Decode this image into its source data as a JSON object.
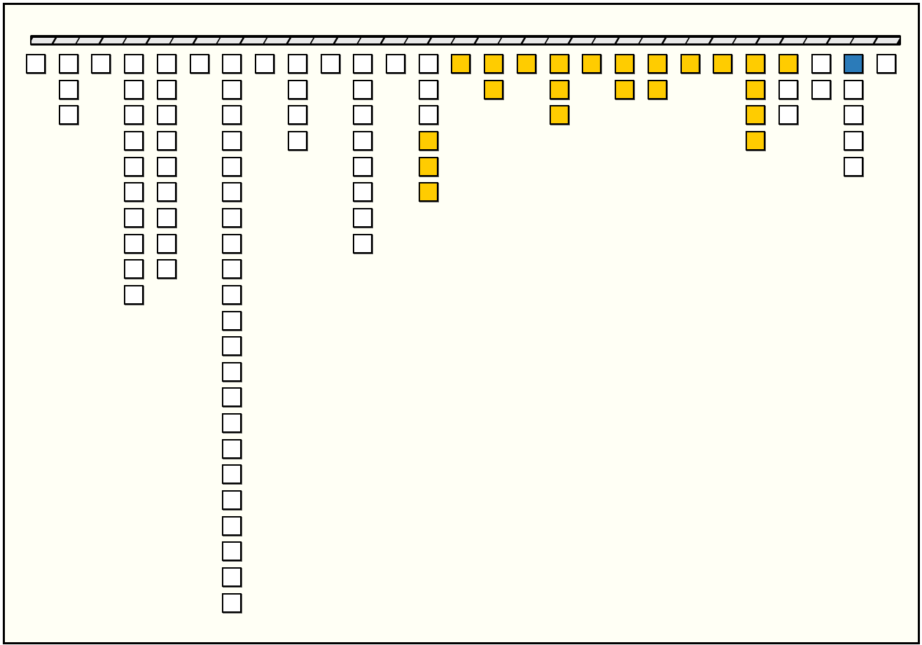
{
  "colors": {
    "white": "#ffffff",
    "yellow": "#ffcc00",
    "blue": "#2b7bb9"
  },
  "rail_segments": 37,
  "columns": [
    [
      "white"
    ],
    [
      "white",
      "white",
      "white"
    ],
    [
      "white"
    ],
    [
      "white",
      "white",
      "white",
      "white",
      "white",
      "white",
      "white",
      "white",
      "white",
      "white"
    ],
    [
      "white",
      "white",
      "white",
      "white",
      "white",
      "white",
      "white",
      "white",
      "white"
    ],
    [
      "white"
    ],
    [
      "white",
      "white",
      "white",
      "white",
      "white",
      "white",
      "white",
      "white",
      "white",
      "white",
      "white",
      "white",
      "white",
      "white",
      "white",
      "white",
      "white",
      "white",
      "white",
      "white",
      "white",
      "white"
    ],
    [
      "white"
    ],
    [
      "white",
      "white",
      "white",
      "white"
    ],
    [
      "white"
    ],
    [
      "white",
      "white",
      "white",
      "white",
      "white",
      "white",
      "white",
      "white"
    ],
    [
      "white"
    ],
    [
      "white",
      "white",
      "white",
      "yellow",
      "yellow",
      "yellow"
    ],
    [
      "yellow"
    ],
    [
      "yellow",
      "yellow"
    ],
    [
      "yellow"
    ],
    [
      "yellow",
      "yellow",
      "yellow"
    ],
    [
      "yellow"
    ],
    [
      "yellow",
      "yellow"
    ],
    [
      "yellow",
      "yellow"
    ],
    [
      "yellow"
    ],
    [
      "yellow"
    ],
    [
      "yellow",
      "yellow",
      "yellow",
      "yellow"
    ],
    [
      "yellow",
      "white",
      "white"
    ],
    [
      "white",
      "white"
    ],
    [
      "blue",
      "white",
      "white",
      "white",
      "white"
    ],
    [
      "white"
    ]
  ]
}
